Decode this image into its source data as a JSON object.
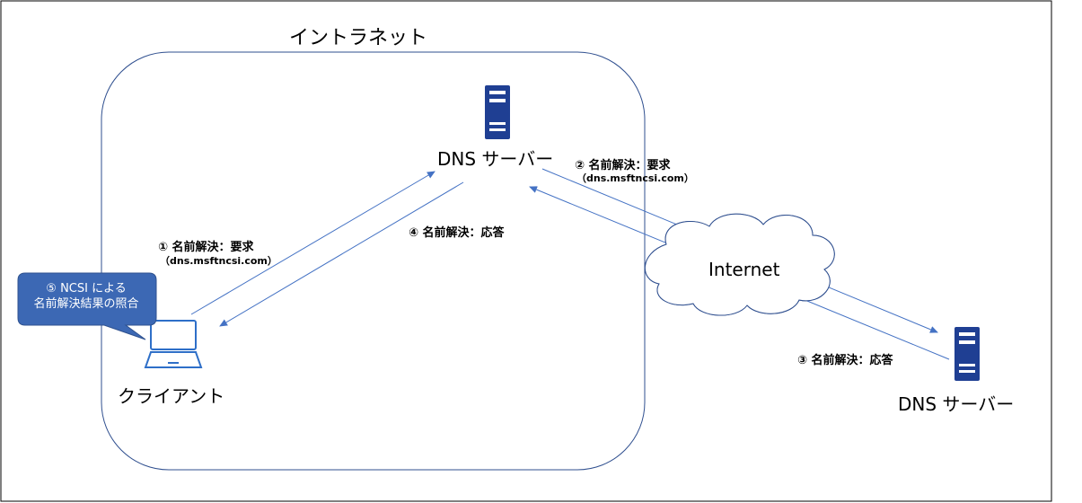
{
  "intranet_label": "イントラネット",
  "internal_dns": {
    "label": "DNS サーバー",
    "icon": "server-icon"
  },
  "external_dns": {
    "label": "DNS サーバー",
    "icon": "server-icon"
  },
  "internet_label": "Internet",
  "client": {
    "label": "クライアント",
    "icon": "laptop-icon"
  },
  "steps": {
    "step1": {
      "label": "① 名前解決：要求",
      "detail": "（dns.msftncsi.com）"
    },
    "step2": {
      "label": "② 名前解決：要求",
      "detail": "（dns.msftncsi.com）"
    },
    "step3": {
      "label": "③ 名前解決：応答"
    },
    "step4": {
      "label": "④ 名前解決：応答"
    }
  },
  "callout": {
    "line1": "⑤ NCSI による",
    "line2": "名前解決結果の照合"
  },
  "colors": {
    "arrow": "#4472c4",
    "server": "#1f3f93",
    "callout": "#3c68b4",
    "border": "#2f4f8f"
  }
}
